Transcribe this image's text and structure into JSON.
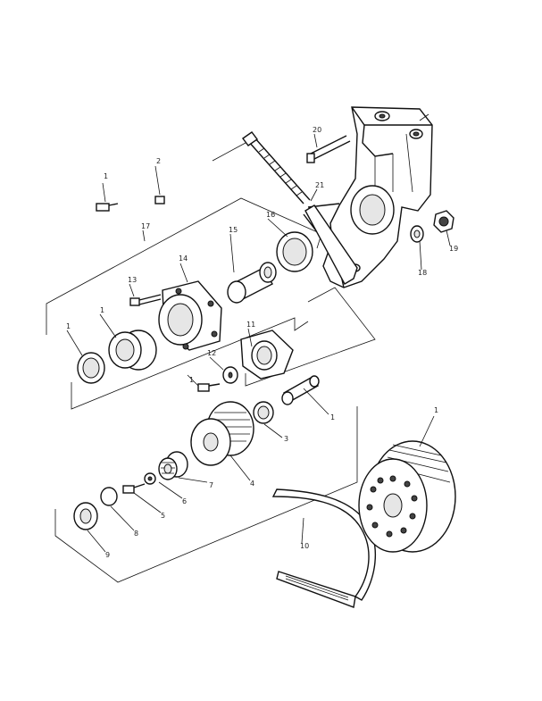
{
  "diagram": {
    "callouts": [
      "1",
      "1",
      "1",
      "1",
      "1",
      "1",
      "2",
      "3",
      "4",
      "5",
      "6",
      "7",
      "8",
      "9",
      "10",
      "11",
      "12",
      "13",
      "14",
      "15",
      "16",
      "17",
      "18",
      "19",
      "20",
      "21"
    ]
  }
}
